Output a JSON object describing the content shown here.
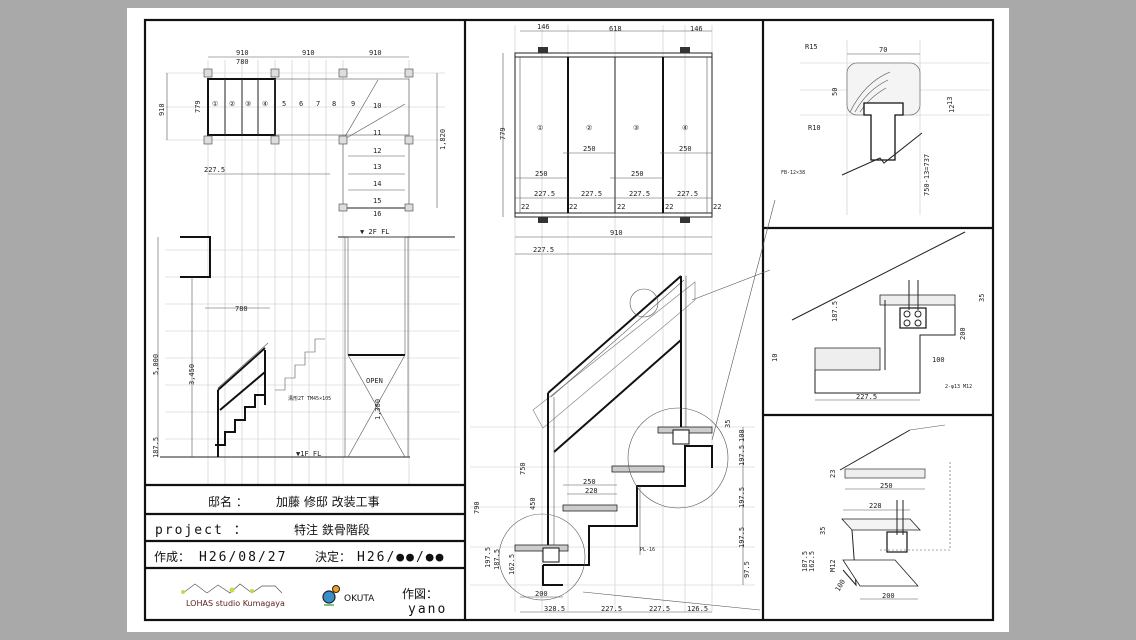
{
  "title_block": {
    "residence_label": "邸名 ：",
    "residence_name": "加藤 修邸 改装工事",
    "project_label": "project ：",
    "project_name": "特注 鉄骨階段",
    "created_label": "作成：",
    "created_date": "H26/08/27",
    "decided_label": "決定：",
    "decided_date": "H26/●●/●●",
    "drawn_by_label": "作図：",
    "drawn_by": "yano",
    "logo_lohas": "LOHAS studio Kumagaya",
    "logo_okuta": "OKUTA"
  },
  "plan_left": {
    "dims_top": [
      "910",
      "910",
      "910"
    ],
    "dim_780": "780",
    "dim_left": "910",
    "dim_779": "779",
    "dim_227": "227.5",
    "dim_right": "1,820",
    "step_numbers": [
      "①",
      "②",
      "③",
      "④",
      "5",
      "6",
      "7",
      "8",
      "9",
      "10",
      "11",
      "12",
      "13",
      "14",
      "15",
      "16"
    ],
    "floor_2f": "▼ 2F FL"
  },
  "elevation_left": {
    "floor_1f": "▼1F FL",
    "open_label": "OPEN",
    "dim_780": "780",
    "dim_3450": "3,450",
    "dim_5000": "5,000",
    "dim_1380": "1,380",
    "dim_187": "187.5",
    "note_channel": "溝形2T TM45×105"
  },
  "plan_center": {
    "dims_top": [
      "146",
      "618",
      "146"
    ],
    "dim_779": "779",
    "step_numbers": [
      "①",
      "②",
      "③",
      "④"
    ],
    "dims_250_upper": [
      "250",
      "250"
    ],
    "dims_250_lower": [
      "250",
      "250"
    ],
    "dims_227": [
      "227.5",
      "227.5",
      "227.5",
      "227.5"
    ],
    "dims_22": [
      "22",
      "22",
      "22",
      "22",
      "22"
    ],
    "dim_910": "910",
    "dim_227_below": "227.5"
  },
  "elevation_center": {
    "dim_750": "750",
    "dim_450": "450",
    "dim_790": "790",
    "dim_250": "250",
    "dim_228": "228",
    "dims_right": [
      "35",
      "100",
      "197.5",
      "197.5",
      "197.5",
      "97.5"
    ],
    "dims_left": [
      "197.5",
      "187.5",
      "162.5"
    ],
    "dim_200": "200",
    "dims_bottom": [
      "328.5",
      "227.5",
      "227.5",
      "126.5"
    ],
    "note_stringer": "PL-16"
  },
  "detail_handrail": {
    "r15": "R15",
    "r10": "R10",
    "dim_70": "70",
    "dim_50": "50",
    "dim_13": "13",
    "dim_12": "12",
    "dim_737": "750-13=737",
    "note_plate": "FB-12×38"
  },
  "detail_tread": {
    "dim_187": "187.5",
    "dim_200": "200",
    "dim_35": "35",
    "dim_227": "227.5",
    "dim_10": "10",
    "dim_100": "100",
    "note_bolt": "2-φ13 M12"
  },
  "detail_base": {
    "dim_250": "250",
    "dim_228": "228",
    "dim_23": "23",
    "dim_35": "35",
    "dim_187": "187.5",
    "dim_162": "162.5",
    "dim_200": "200",
    "dim_m12": "M12",
    "dim_100": "100"
  }
}
